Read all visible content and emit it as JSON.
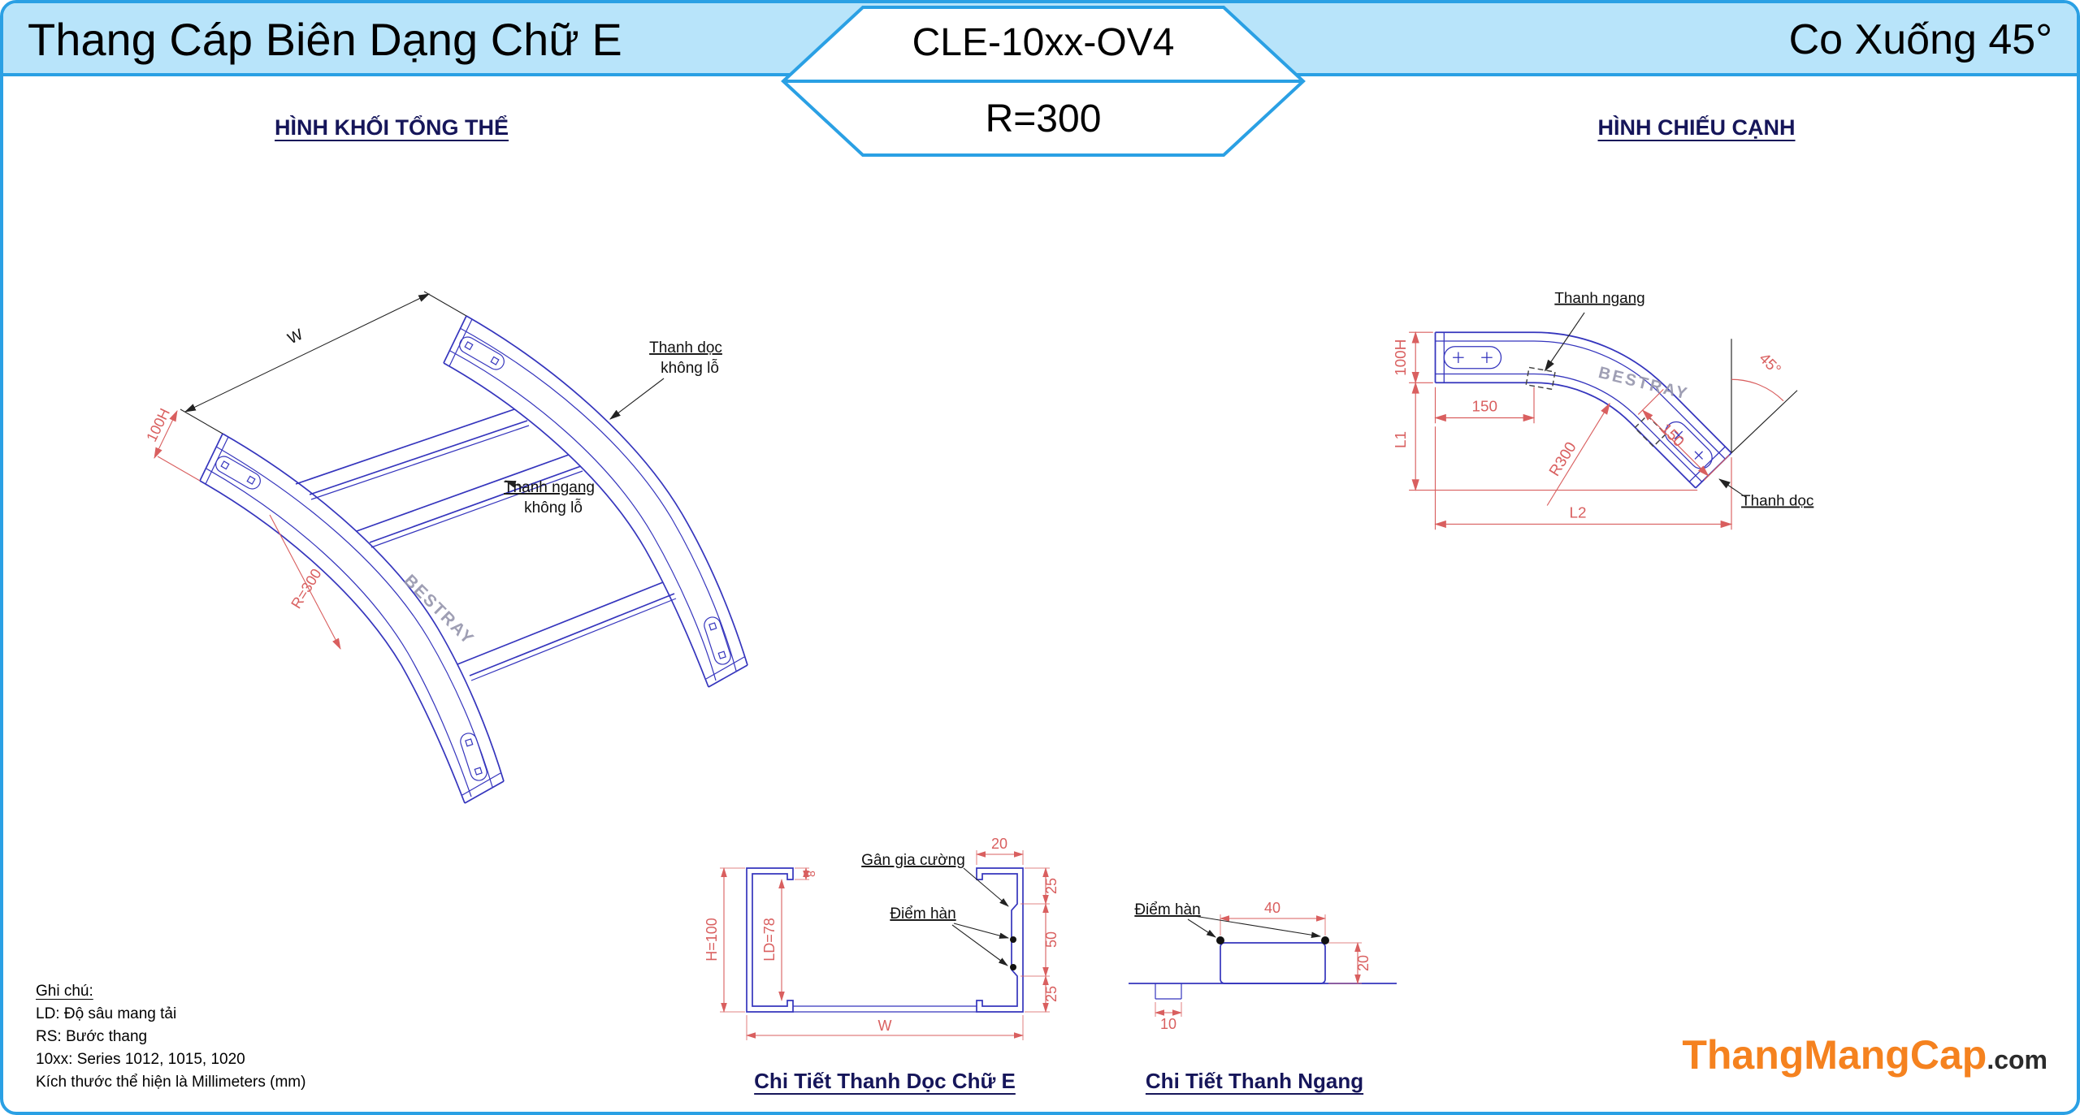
{
  "header": {
    "left_title": "Thang Cáp Biên Dạng Chữ E",
    "model": "CLE-10xx-OV4",
    "radius": "R=300",
    "right_title": "Co Xuống 45°"
  },
  "titles": {
    "overall": "HÌNH KHỐI TỔNG THỂ",
    "side": "HÌNH CHIẾU CẠNH",
    "detail_rail": "Chi Tiết Thanh Dọc Chữ E",
    "detail_rung": "Chi Tiết Thanh Ngang"
  },
  "iso": {
    "dim_w": "W",
    "dim_h": "100H",
    "dim_r": "R=300",
    "label_rail_1": "Thanh dọc",
    "label_rail_2": "không lỗ",
    "label_rung_1": "Thanh ngang",
    "label_rung_2": "không lỗ",
    "watermark": "BESTRAY"
  },
  "side": {
    "label_rung": "Thanh ngang",
    "label_rail": "Thanh dọc",
    "dim_h": "100H",
    "dim_150_top": "150",
    "dim_l1": "L1",
    "dim_l2": "L2",
    "dim_r300": "R300",
    "dim_150_mid": "150",
    "dim_angle": "45°",
    "watermark": "BESTRAY"
  },
  "rail_detail": {
    "label_rib": "Gân gia cường",
    "label_weld": "Điểm hàn",
    "dim_20": "20",
    "dim_25_top": "25",
    "dim_50": "50",
    "dim_25_bot": "25",
    "dim_h": "H=100",
    "dim_ld": "LD=78",
    "dim_8": "8",
    "dim_w": "W"
  },
  "rung_detail": {
    "label_weld": "Điểm hàn",
    "dim_40": "40",
    "dim_20": "20",
    "dim_10": "10"
  },
  "notes": {
    "title": "Ghi chú:",
    "line1": "LD: Độ sâu mang tải",
    "line2": "RS: Bước thang",
    "line3": "10xx: Series 1012, 1015, 1020",
    "line4": "Kích thước thể hiện là Millimeters (mm)"
  },
  "logo": {
    "name": "ThangMangCap",
    "tld": ".com"
  },
  "colors": {
    "header_bg": "#b8e4fa",
    "border_blue": "#2aa0e4",
    "line_blue": "#3535bd",
    "dim_red": "#d95f5f",
    "logo_orange": "#f5821f"
  }
}
